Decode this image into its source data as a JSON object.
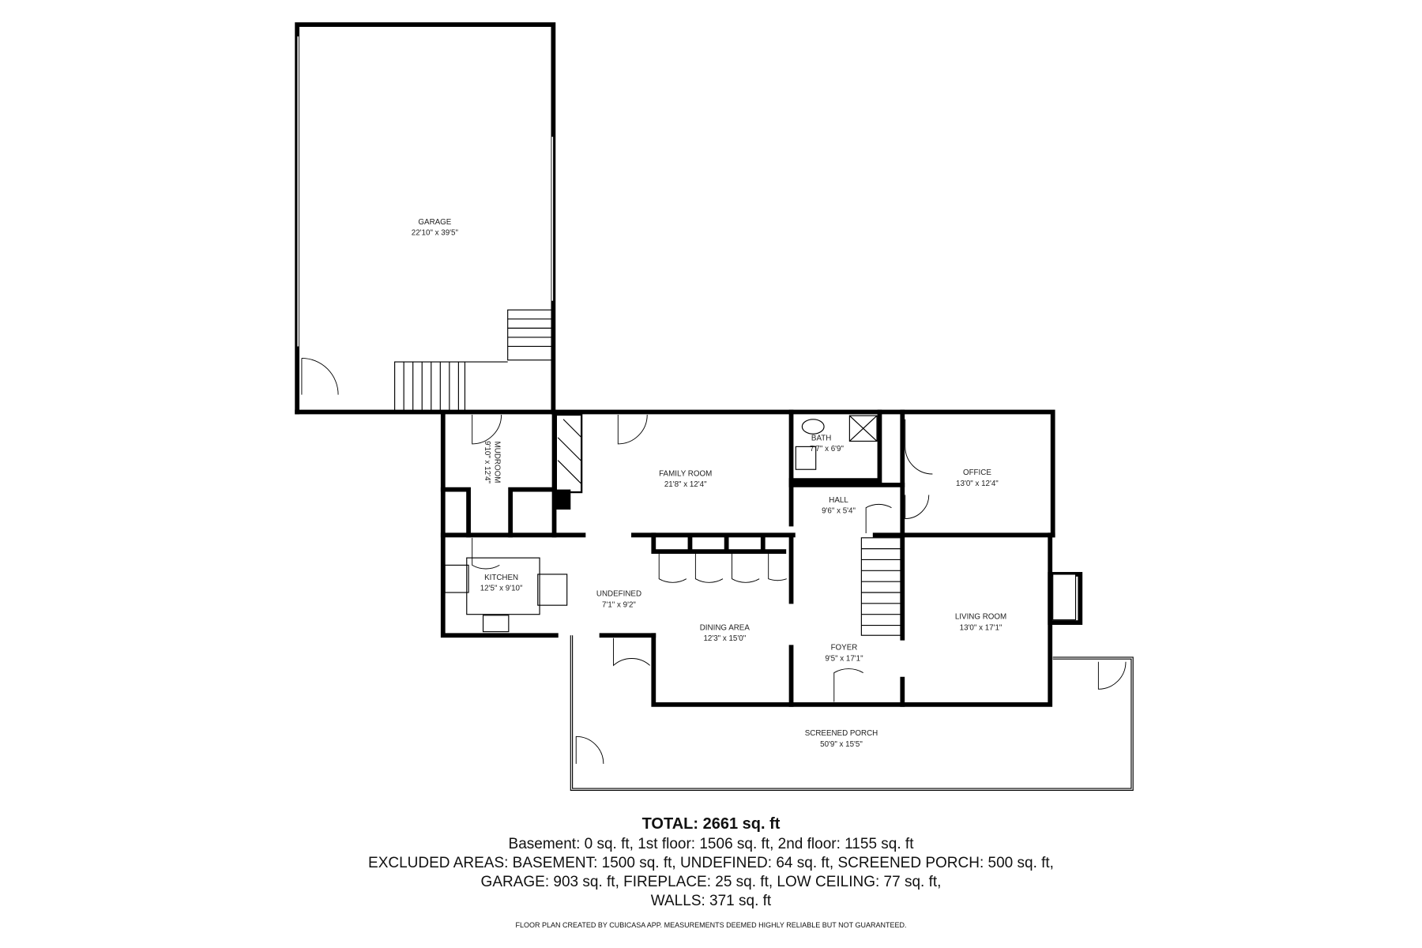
{
  "rooms": [
    {
      "name": "GARAGE",
      "dims": "22'10\" x 39'5\""
    },
    {
      "name": "MUDROOM",
      "dims": "9'10\" x 12'4\""
    },
    {
      "name": "FAMILY ROOM",
      "dims": "21'8\" x 12'4\""
    },
    {
      "name": "BATH",
      "dims": "7'7\" x 6'9\""
    },
    {
      "name": "OFFICE",
      "dims": "13'0\" x 12'4\""
    },
    {
      "name": "HALL",
      "dims": "9'6\" x 5'4\""
    },
    {
      "name": "KITCHEN",
      "dims": "12'5\" x 9'10\""
    },
    {
      "name": "UNDEFINED",
      "dims": "7'1\" x 9'2\""
    },
    {
      "name": "DINING AREA",
      "dims": "12'3\" x 15'0\""
    },
    {
      "name": "FOYER",
      "dims": "9'5\" x 17'1\""
    },
    {
      "name": "LIVING ROOM",
      "dims": "13'0\" x 17'1\""
    },
    {
      "name": "SCREENED PORCH",
      "dims": "50'9\" x 15'5\""
    }
  ],
  "summary": {
    "total": "TOTAL: 2661 sq. ft",
    "floors": "Basement: 0 sq. ft, 1st floor: 1506 sq. ft, 2nd floor: 1155 sq. ft",
    "excluded_1": "EXCLUDED AREAS: BASEMENT: 1500 sq. ft, UNDEFINED: 64 sq. ft, SCREENED PORCH: 500 sq. ft,",
    "excluded_2": "GARAGE: 903 sq. ft, FIREPLACE: 25 sq. ft, LOW CEILING: 77 sq. ft,",
    "walls": "WALLS: 371 sq. ft"
  },
  "disclaimer": "FLOOR PLAN CREATED BY CUBICASA APP. MEASUREMENTS DEEMED HIGHLY RELIABLE BUT NOT GUARANTEED."
}
